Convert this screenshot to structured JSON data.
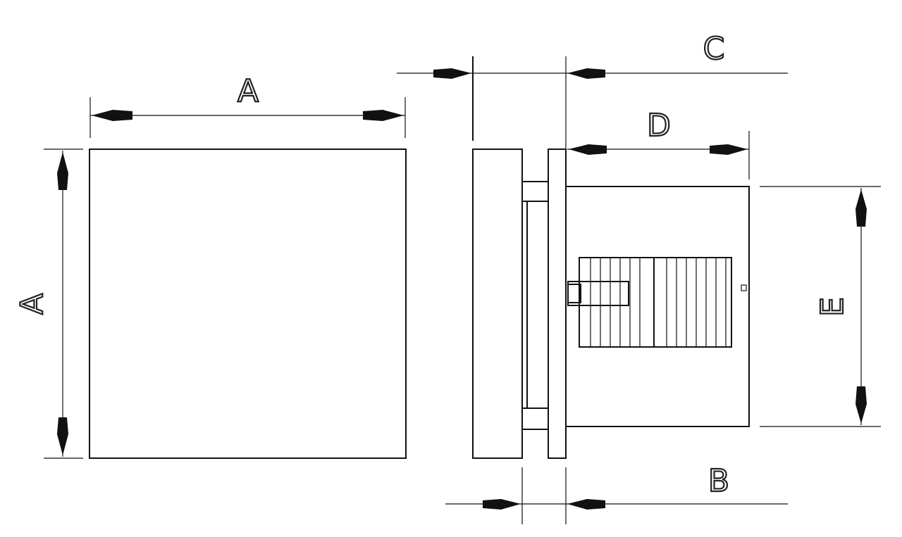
{
  "labels": {
    "a_top": "A",
    "a_left": "A",
    "b": "B",
    "c": "C",
    "d": "D",
    "e": "E"
  },
  "colors": {
    "line": "#111111",
    "background": "#ffffff"
  }
}
